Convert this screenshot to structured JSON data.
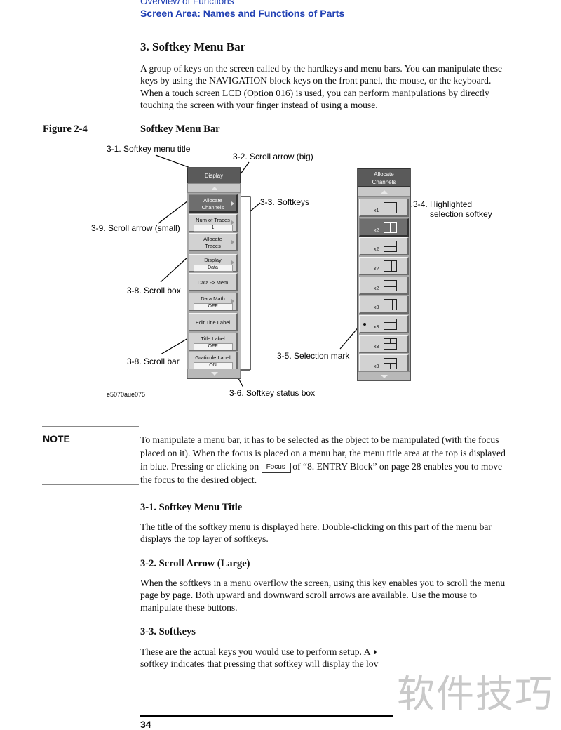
{
  "header": {
    "section_line1": "Overview of Functions",
    "section_line2": "Screen Area: Names and Functions of Parts"
  },
  "section": {
    "heading": "3. Softkey Menu Bar",
    "intro": "A group of keys on the screen called by the hardkeys and menu bars. You can manipulate these keys by using the NAVIGATION block keys on the front panel, the mouse, or the keyboard. When a touch screen LCD (Option 016) is used, you can perform manipulations by directly touching the screen with your finger instead of using a mouse."
  },
  "figure": {
    "label": "Figure 2-4",
    "title": "Softkey Menu Bar",
    "image_id": "e5070aue075",
    "left_menu": {
      "title": "Display",
      "softkeys": [
        {
          "label": "Allocate Channels",
          "l1": "Allocate",
          "l2": "Channels",
          "status": "",
          "arrow": true,
          "highlighted": true
        },
        {
          "label": "Num of Traces",
          "l1": "Num of Traces",
          "l2": "",
          "status": "1",
          "arrow": true,
          "highlighted": false
        },
        {
          "label": "Allocate Traces",
          "l1": "Allocate",
          "l2": "Traces",
          "status": "",
          "arrow": true,
          "highlighted": false
        },
        {
          "label": "Display Data",
          "l1": "Display",
          "l2": "",
          "status": "Data",
          "arrow": true,
          "highlighted": false
        },
        {
          "label": "Data -> Mem",
          "l1": "Data -> Mem",
          "l2": "",
          "status": "",
          "arrow": false,
          "highlighted": false
        },
        {
          "label": "Data Math OFF",
          "l1": "Data Math",
          "l2": "",
          "status": "OFF",
          "arrow": true,
          "highlighted": false
        },
        {
          "label": "Edit Title Label",
          "l1": "Edit Title Label",
          "l2": "",
          "status": "",
          "arrow": false,
          "highlighted": false
        },
        {
          "label": "Title Label OFF",
          "l1": "Title Label",
          "l2": "",
          "status": "OFF",
          "arrow": false,
          "highlighted": false
        },
        {
          "label": "Graticule Label ON",
          "l1": "Graticule Label",
          "l2": "",
          "status": "ON",
          "arrow": false,
          "highlighted": false
        }
      ]
    },
    "right_menu": {
      "title_l1": "Allocate",
      "title_l2": "Channels",
      "items": [
        {
          "mult": "x1",
          "icon": "single",
          "highlighted": false
        },
        {
          "mult": "x2",
          "icon": "split-vertical",
          "highlighted": true
        },
        {
          "mult": "x2",
          "icon": "split-horizontal",
          "highlighted": false
        },
        {
          "mult": "x2",
          "icon": "split-vertical-uneven",
          "highlighted": false
        },
        {
          "mult": "x2",
          "icon": "split-horizontal-uneven",
          "highlighted": false
        },
        {
          "mult": "x3",
          "icon": "three-columns",
          "highlighted": false
        },
        {
          "mult": "x3",
          "icon": "three-rows",
          "highlighted": false,
          "selected_mark": true
        },
        {
          "mult": "x3",
          "icon": "three-mixed-a",
          "highlighted": false
        },
        {
          "mult": "x3",
          "icon": "three-mixed-b",
          "highlighted": false
        }
      ]
    },
    "callouts": {
      "menu_title": "3-1. Softkey menu title",
      "scroll_arrow_big": "3-2. Scroll arrow (big)",
      "softkeys": "3-3. Softkeys",
      "highlighted_l1": "3-4. Highlighted",
      "highlighted_l2": "selection softkey",
      "selection_mark": "3-5. Selection mark",
      "status_box": "3-6. Softkey status box",
      "scroll_box": "3-8. Scroll box",
      "scroll_bar": "3-8. Scroll bar",
      "scroll_arrow_small": "3-9. Scroll arrow (small)"
    }
  },
  "note": {
    "label": "NOTE",
    "text_before": "To manipulate a menu bar, it has to be selected as the object to be manipulated (with the focus placed on it). When the focus is placed on a menu bar, the menu title area at the top is displayed in blue. Pressing or clicking on",
    "key": "Focus",
    "text_after": "of “8. ENTRY Block” on page 28 enables you to move the focus to the desired object."
  },
  "subsections": [
    {
      "heading": "3-1. Softkey Menu Title",
      "text": "The title of the softkey menu is displayed here. Double-clicking on this part of the menu bar displays the top layer of softkeys."
    },
    {
      "heading": "3-2. Scroll Arrow (Large)",
      "text": "When the softkeys in a menu overflow the screen, using this key enables you to scroll the menu page by page. Both upward and downward scroll arrows are available. Use the mouse to manipulate these buttons."
    },
    {
      "heading": "3-3. Softkeys",
      "line1": "These are the actual keys you would use to perform setup. A ◗",
      "line2": "softkey indicates that pressing that softkey will display the lov"
    }
  ],
  "footer": {
    "page_number": "34",
    "watermark": "软件技巧"
  },
  "colors": {
    "header_blue": "#1f3fb3",
    "key_gray": "#d2d2d2",
    "highlight_gray": "#6e6e6e"
  }
}
